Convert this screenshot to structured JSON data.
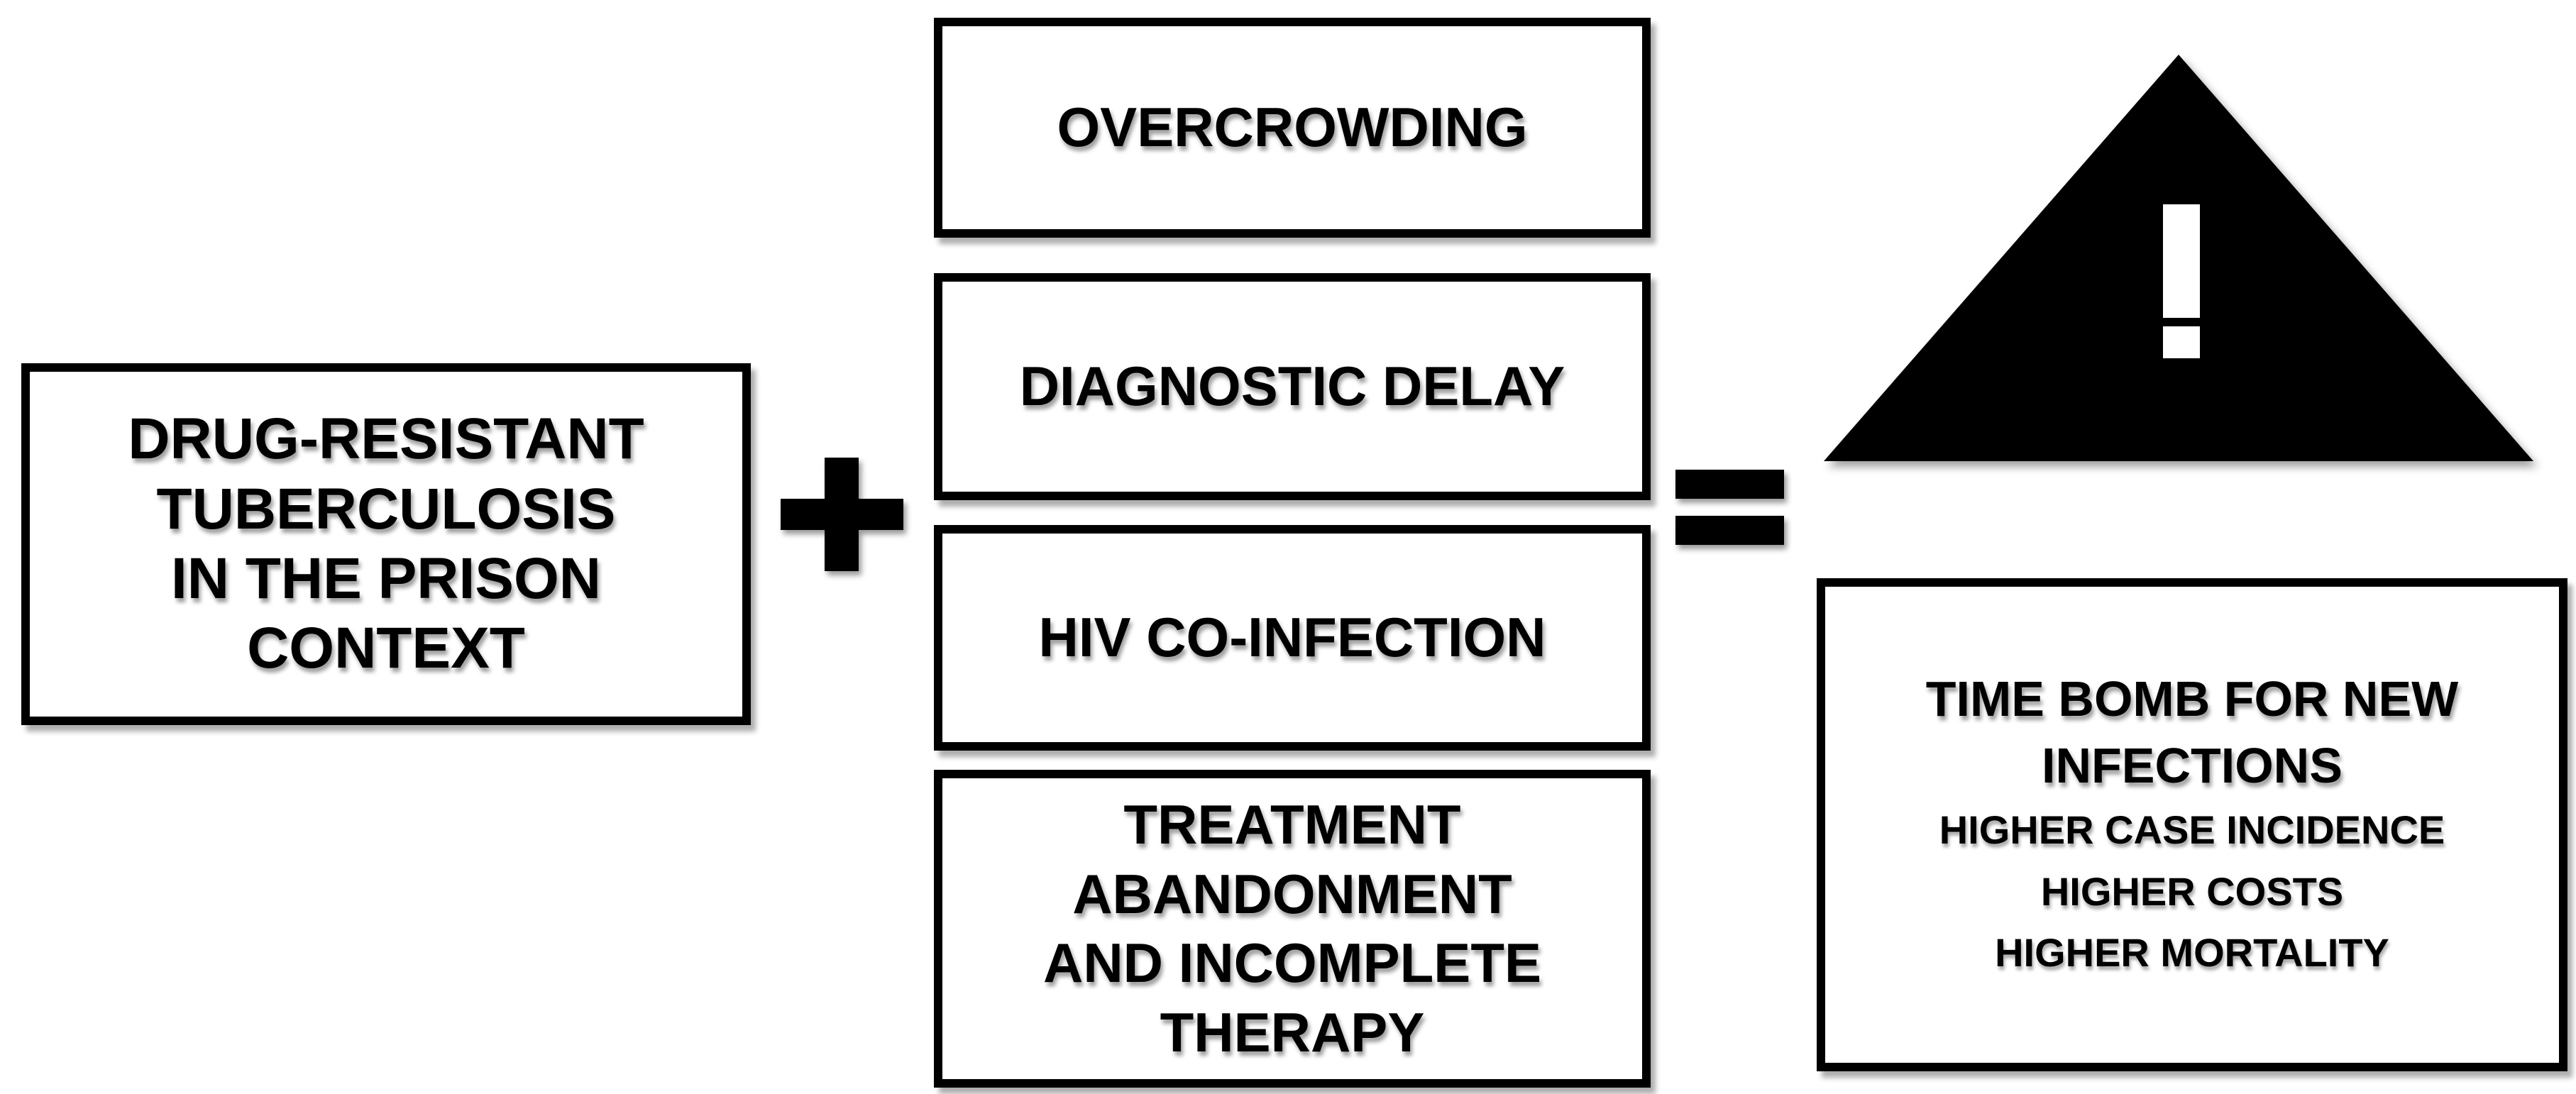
{
  "diagram": {
    "colors": {
      "ink": "#000000",
      "background": "#ffffff"
    },
    "left_box": {
      "label": "DRUG-RESISTANT\nTUBERCULOSIS\nIN THE PRISON\nCONTEXT"
    },
    "operators": {
      "plus": "+",
      "equals": "="
    },
    "factors": [
      {
        "label": "OVERCROWDING"
      },
      {
        "label": "DIAGNOSTIC DELAY"
      },
      {
        "label": "HIV CO-INFECTION"
      },
      {
        "label": "TREATMENT\nABANDONMENT\nAND INCOMPLETE\nTHERAPY"
      }
    ],
    "result": {
      "icon": "warning-triangle-with-exclamation",
      "title": "TIME BOMB FOR NEW\nINFECTIONS",
      "items": [
        "HIGHER CASE INCIDENCE",
        "HIGHER COSTS",
        "HIGHER MORTALITY"
      ]
    }
  }
}
